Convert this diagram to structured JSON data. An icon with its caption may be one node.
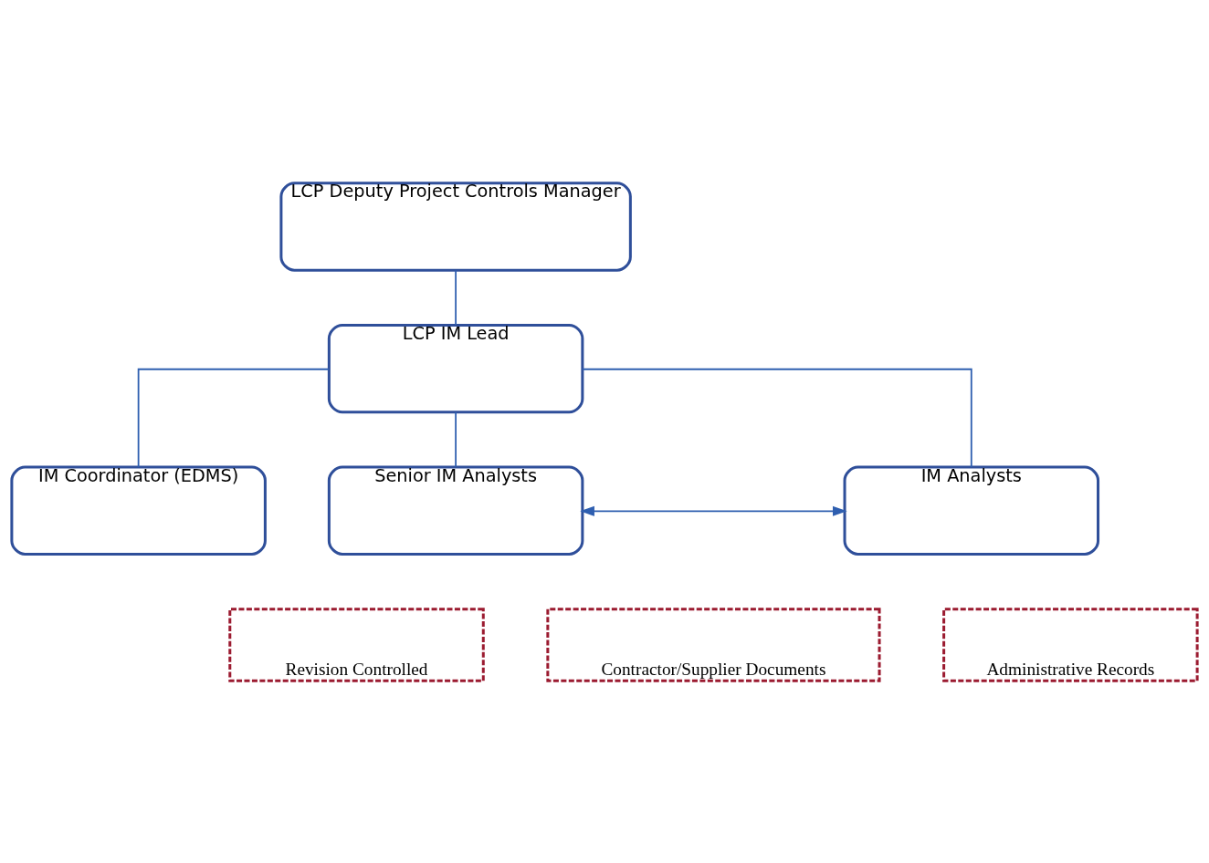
{
  "diagram": {
    "nodes": [
      {
        "text": [
          "LCP Deputy Project Controls Manager"
        ]
      },
      {
        "text": [
          "LCP IM Lead"
        ]
      },
      {
        "text": [
          "IM Coordinator (EDMS)"
        ]
      },
      {
        "text": [
          "Senior IM Analysts"
        ]
      },
      {
        "text": [
          "IM Analysts"
        ]
      },
      {
        "text": [
          "Revision Controlled"
        ]
      },
      {
        "text": [
          "Contractor/Supplier Documents"
        ]
      },
      {
        "text": [
          "Administrative Records"
        ]
      }
    ],
    "edges": [
      {
        "from": 0,
        "to": 1,
        "arrow": "none"
      },
      {
        "from": 1,
        "to": 2,
        "arrow": "none"
      },
      {
        "from": 1,
        "to": 3,
        "arrow": "none"
      },
      {
        "from": 1,
        "to": 4,
        "arrow": "none"
      },
      {
        "from": 3,
        "to": 4,
        "arrow": "both"
      }
    ]
  }
}
